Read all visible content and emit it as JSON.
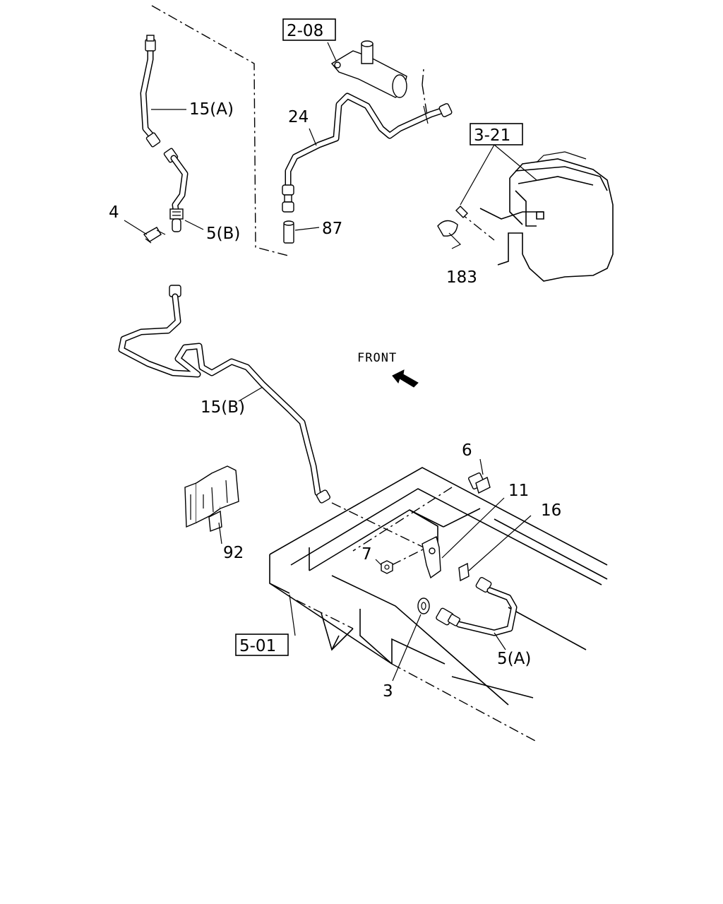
{
  "diagram": {
    "callouts": {
      "c15a": "15(A)",
      "c24": "24",
      "c4": "4",
      "c5b": "5(B)",
      "c87": "87",
      "c183": "183",
      "c15b": "15(B)",
      "c6": "6",
      "c11": "11",
      "c16": "16",
      "c7": "7",
      "c92": "92",
      "c3": "3",
      "c5a": "5(A)"
    },
    "reference_boxes": {
      "r208": "2-08",
      "r321": "3-21",
      "r501": "5-01"
    },
    "front_label": "FRONT"
  }
}
